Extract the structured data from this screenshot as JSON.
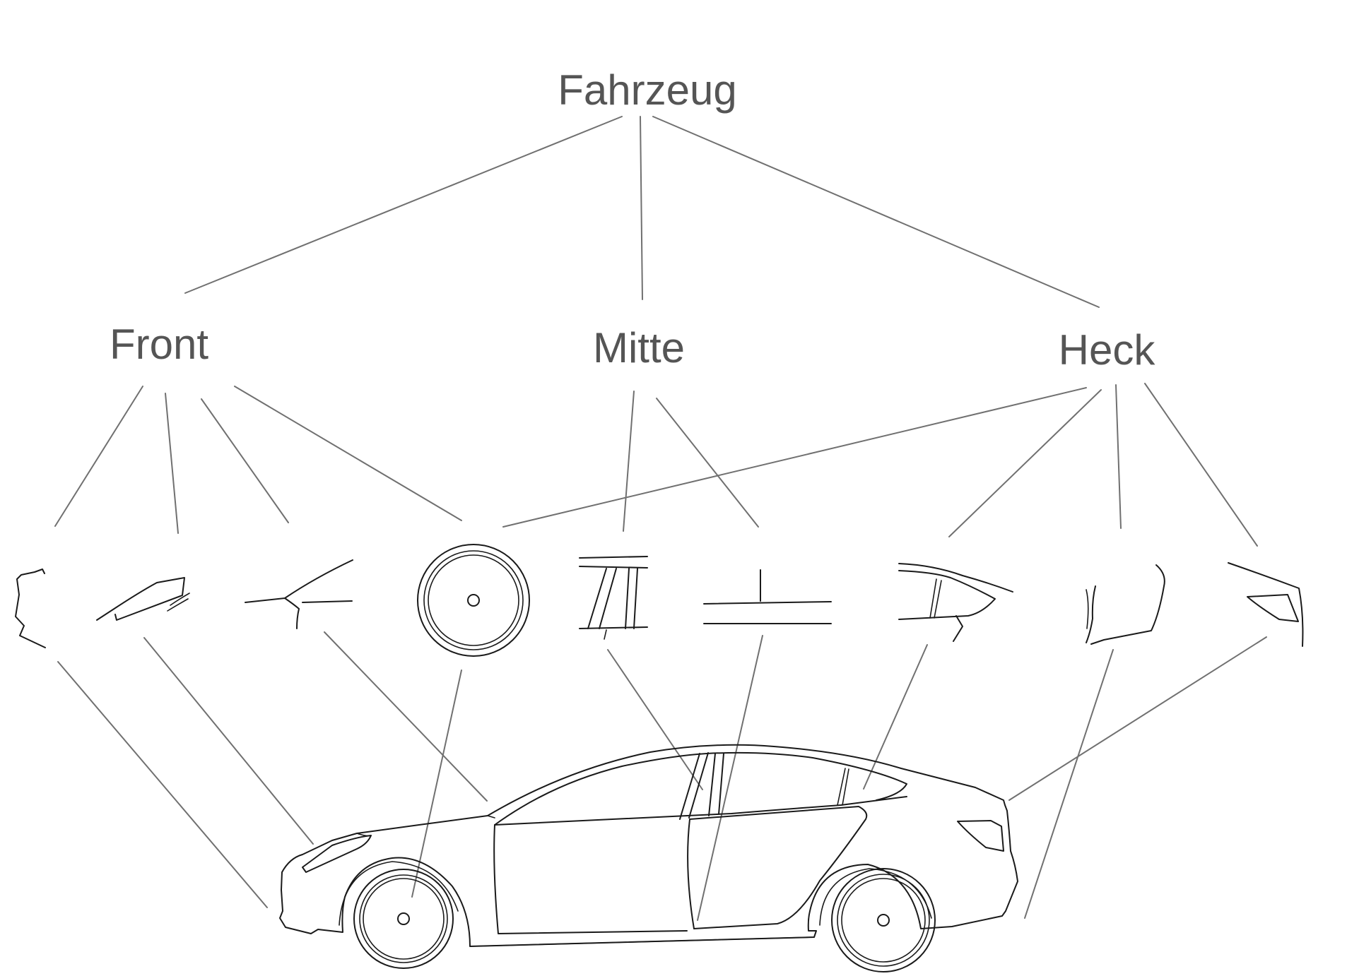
{
  "hierarchy": {
    "root": {
      "label": "Fahrzeug"
    },
    "groups": [
      {
        "id": "front",
        "label": "Front"
      },
      {
        "id": "mitte",
        "label": "Mitte"
      },
      {
        "id": "heck",
        "label": "Heck"
      }
    ]
  },
  "parts": [
    {
      "icon": "front-bumper-icon",
      "group": "front"
    },
    {
      "icon": "headlight-icon",
      "group": "front"
    },
    {
      "icon": "hood-edge-icon",
      "group": "front"
    },
    {
      "icon": "wheel-icon",
      "group": "front, heck"
    },
    {
      "icon": "b-pillar-icon",
      "group": "mitte"
    },
    {
      "icon": "door-seam-icon",
      "group": "mitte"
    },
    {
      "icon": "rear-side-window-icon",
      "group": "heck"
    },
    {
      "icon": "rear-bumper-icon",
      "group": "heck"
    },
    {
      "icon": "taillight-icon",
      "group": "heck"
    }
  ],
  "colors": {
    "label": "#555555",
    "connector": "#707070",
    "outline": "#1a1a1a",
    "background": "#ffffff"
  }
}
